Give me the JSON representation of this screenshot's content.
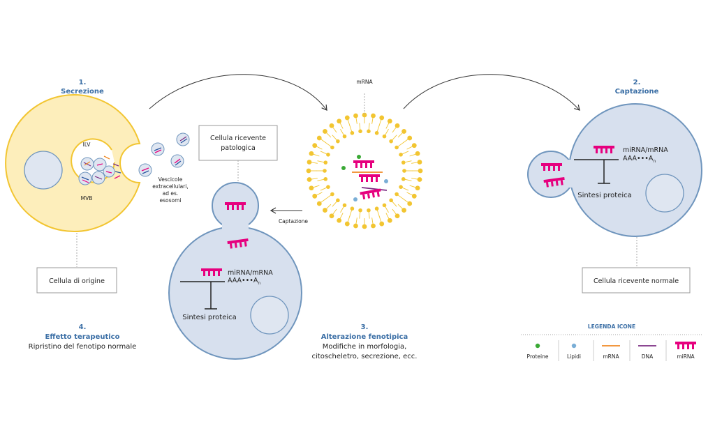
{
  "steps": {
    "secretion": {
      "num": "1.",
      "title": "Secrezione"
    },
    "uptake": {
      "num": "2.",
      "title": "Captazione"
    },
    "phenotype": {
      "num": "3.",
      "title": "Alterazione fenotipica",
      "line1": "Modifiche in morfologia,",
      "line2": "citoscheletro, secrezione, ecc."
    },
    "therapeutic": {
      "num": "4.",
      "title": "Effetto terapeutico",
      "desc": "Ripristino del fenotipo normale"
    }
  },
  "labels": {
    "ilv": "ILV",
    "mvb": "MVB",
    "vesicles": [
      "Vescicole",
      "extracellulari,",
      "ad es.",
      "esosomi"
    ],
    "mrna_top": "mRNA",
    "captazione_arrow": "Captazione",
    "mirna_mrna": "miRNA/mRNA",
    "aaa": "AAA•••A",
    "aaa_sub": "n",
    "synthesis": "Sintesi proteica"
  },
  "boxes": {
    "origin": "Cellula di origine",
    "pathologic_1": "Cellula ricevente",
    "pathologic_2": "patologica",
    "normal": "Cellula ricevente normale"
  },
  "legend": {
    "title": "LEGENDA ICONE",
    "items": [
      {
        "label": "Proteine",
        "icon": "green-dot-icon"
      },
      {
        "label": "Lipidi",
        "icon": "blue-dot-icon"
      },
      {
        "label": "mRNA",
        "icon": "orange-line-icon"
      },
      {
        "label": "DNA",
        "icon": "purple-line-icon"
      },
      {
        "label": "miRNA",
        "icon": "magenta-comb-icon"
      }
    ]
  },
  "colors": {
    "origin_cell": "#fdeebb",
    "origin_border": "#f2c531",
    "recipient_cell": "#d7e0ee",
    "recipient_border": "#6f95bd",
    "mirna": "#e6007e",
    "mrna": "#f08a24",
    "dna": "#7b2d83",
    "protein": "#3aa935",
    "lipid": "#7aaed6",
    "step_title": "#3a6ea5"
  }
}
